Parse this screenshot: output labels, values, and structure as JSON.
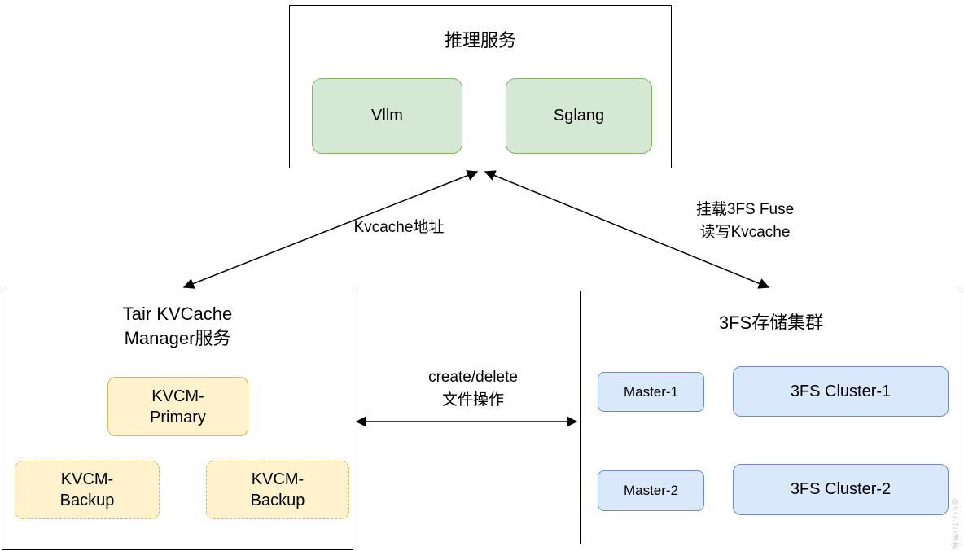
{
  "inference": {
    "title": "推理服务",
    "nodes": [
      {
        "label": "Vllm"
      },
      {
        "label": "Sglang"
      }
    ]
  },
  "kvcm": {
    "title": "Tair KVCache\nManager服务",
    "primary_label": "KVCM-\nPrimary",
    "backups": [
      {
        "label": "KVCM-\nBackup"
      },
      {
        "label": "KVCM-\nBackup"
      }
    ]
  },
  "storage": {
    "title": "3FS存储集群",
    "rows": [
      {
        "master": "Master-1",
        "cluster": "3FS Cluster-1"
      },
      {
        "master": "Master-2",
        "cluster": "3FS Cluster-2"
      }
    ]
  },
  "edges": {
    "inference_kvcm": "Kvcache地址",
    "inference_storage": "挂载3FS Fuse\n读写Kvcache",
    "kvcm_storage": "create/delete\n文件操作"
  },
  "watermark": "@51CTO博客",
  "colors": {
    "green_fill": "#d5e8d4",
    "green_border": "#82b366",
    "yellow_fill": "#fff2cc",
    "yellow_border": "#d6b656",
    "blue_fill": "#dae8fc",
    "blue_border": "#6c8ebf",
    "line": "#000000"
  }
}
